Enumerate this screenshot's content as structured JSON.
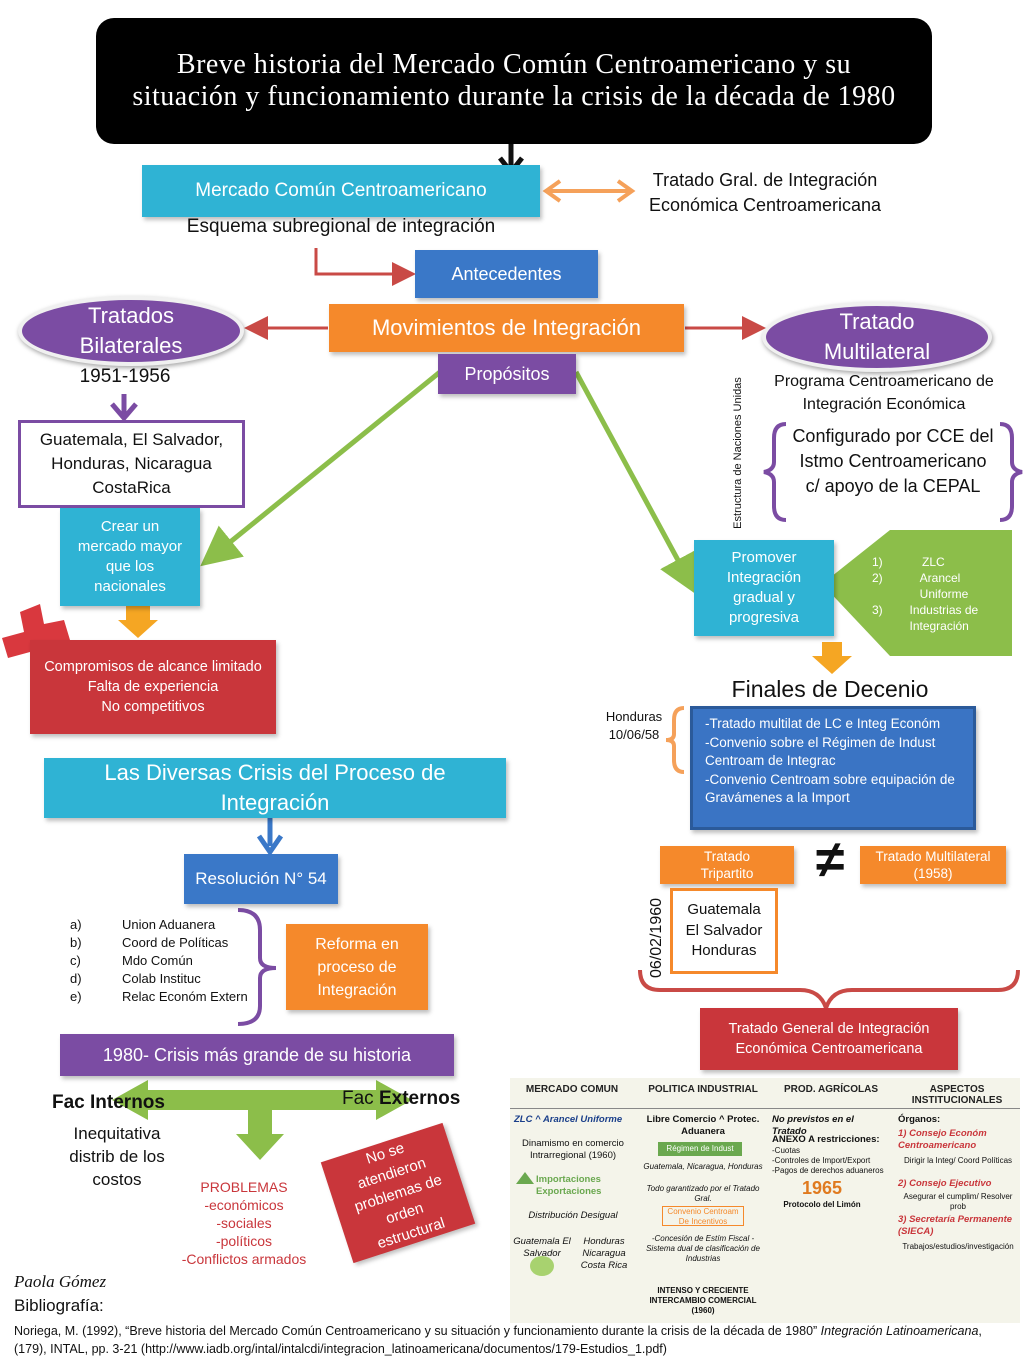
{
  "title": "Breve historia del Mercado Común Centroamericano y su situación y funcionamiento durante la crisis de la década de 1980",
  "mcca": {
    "label": "Mercado Común Centroamericano",
    "sub": "Esquema subregional de integración"
  },
  "tratado_gral_top": "Tratado Gral. de Integración Económica Centroamericana",
  "antecedentes": "Antecedentes",
  "movimientos": "Movimientos de Integración",
  "propositos": "Propósitos",
  "bilaterales": {
    "label": "Tratados Bilaterales",
    "years": "1951-1956",
    "countries": "Guatemala, El Salvador, Honduras, Nicaragua CostaRica"
  },
  "multilateral": {
    "label": "Tratado Multilateral",
    "programa": "Programa Centroamericano de Integración Económica",
    "configurado": "Configurado por CCE del Istmo Centroamericano c/ apoyo de la CEPAL",
    "vertical": "Estructura de Naciones Unidas"
  },
  "crear": "Crear un mercado mayor que los nacionales",
  "compromisos": "Compromisos de alcance limitado\nFalta de experiencia\nNo competitivos",
  "promover": "Promover Integración gradual y progresiva",
  "zlc_list": [
    {
      "k": "1)",
      "v": "ZLC"
    },
    {
      "k": "2)",
      "v": "Arancel Uniforme"
    },
    {
      "k": "3)",
      "v": "Industrias de Integración"
    }
  ],
  "finales": "Finales de Decenio",
  "honduras_date": "Honduras\n10/06/58",
  "finales_list": "-Tratado multilat de LC e Integ Económ\n-Convenio sobre el Régimen de Indust Centroam de Integrac\n-Convenio Centroam sobre equipación de Gravámenes a la Import",
  "tripartito": "Tratado Tripartito",
  "neq": "≠",
  "multilateral_1958": "Tratado Multilateral (1958)",
  "fecha_vertical": "06/02/1960",
  "paises_trip": "Guatemala\nEl Salvador\nHonduras",
  "tratado_general_bottom": "Tratado General de Integración Económica Centroamericana",
  "crisis": "Las Diversas Crisis del Proceso de Integración",
  "resolucion": "Resolución N° 54",
  "res_list": [
    {
      "k": "a)",
      "v": "Union Aduanera"
    },
    {
      "k": "b)",
      "v": "Coord de Políticas"
    },
    {
      "k": "c)",
      "v": "Mdo Común"
    },
    {
      "k": "d)",
      "v": "Colab Instituc"
    },
    {
      "k": "e)",
      "v": "Relac Económ Extern"
    }
  ],
  "reforma": "Reforma en proceso de Integración",
  "crisis1980": "1980- Crisis más grande de su historia",
  "fac_internos": "Fac Internos",
  "fac_externos_a": "Fac ",
  "fac_externos_b": "Externos",
  "inequitativa": "Inequitativa distrib de los costos",
  "problemas": "PROBLEMAS\n-económicos\n-sociales\n-políticos\n-Conflictos armados",
  "no_se": "No se atendieron problemas de orden estructural",
  "author": "Paola Gómez",
  "biblio_label": "Bibliografía:",
  "biblio_a": "Noriega, M. (1992), “Breve historia del Mercado Común Centroamericano y su situación y funcionamiento durante la crisis de la década de 1980” ",
  "biblio_i1": "Integración Latinoamericana",
  "biblio_b": ", (179), INTAL, pp. 3-21 (http://www.iadb.org/intal/intalcdi/integracion_latinoamericana/documentos/179-Estudios_1.pdf)",
  "table": {
    "h1": "MERCADO COMUN",
    "h2": "POLITICA INDUSTRIAL",
    "h3": "PROD. AGRÍCOLAS",
    "h4": "ASPECTOS INSTITUCIONALES",
    "c1_a": "ZLC ^ Arancel Uniforme",
    "c1_b": "Dinamismo en comercio Intrarregional (1960)",
    "c1_c": "Importaciones Exportaciones",
    "c1_d": "Distribución Desigual",
    "c1_e": "Guatemala El Salvador",
    "c1_f": "Honduras Nicaragua Costa Rica",
    "c2_a": "Libre Comercio ^ Protec. Aduanera",
    "c2_b": "Régimen de Indust",
    "c2_c": "Guatemala, Nicaragua, Honduras",
    "c2_d": "Todo garantizado por el Tratado Gral.",
    "c2_e": "Convenio Centroam De Incentivos",
    "c2_f": "-Concesión de Estím Fiscal -Sistema dual de clasificación de Industrias",
    "c2_g": "INTENSO Y CRECIENTE INTERCAMBIO COMERCIAL (1960)",
    "c3_a": "No previstos en el Tratado",
    "c3_b": "ANEXO A restricciones:",
    "c3_c": "-Cuotas\n-Controles de Import/Export\n-Pagos de derechos aduaneros",
    "c3_d": "1965",
    "c3_e": "Protocolo del Limón",
    "c4_a": "Órganos:",
    "c4_b": "1) Consejo Económ Centroamericano",
    "c4_c": "Dirigir la Integ/ Coord Políticas",
    "c4_d": "2) Consejo Ejecutivo",
    "c4_e": "Asegurar el cumplim/ Resolver prob",
    "c4_f": "3) Secretaría Permanente (SIECA)",
    "c4_g": "Trabajos/estudios/investigación"
  }
}
